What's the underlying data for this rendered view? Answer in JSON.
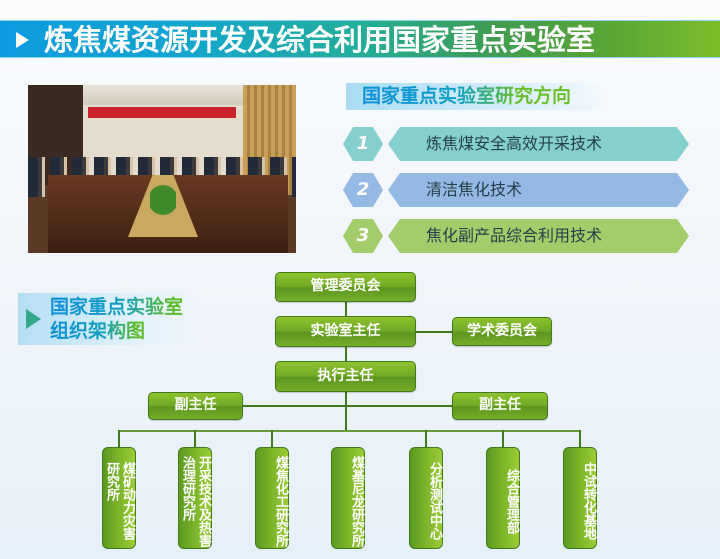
{
  "header": {
    "title": "炼焦煤资源开发及综合利用国家重点实验室"
  },
  "research": {
    "title": "国家重点实验室研究方向",
    "items": [
      {
        "num": "1",
        "label": "炼焦煤安全高效开采技术",
        "color": "#86cfcf"
      },
      {
        "num": "2",
        "label": "清洁焦化技术",
        "color": "#94b9e3"
      },
      {
        "num": "3",
        "label": "焦化副产品综合利用技术",
        "color": "#a3cc6a"
      }
    ]
  },
  "org": {
    "title_line1": "国家重点实验室",
    "title_line2": "组织架构图",
    "management_committee": "管理委员会",
    "lab_director": "实验室主任",
    "academic_committee": "学术委员会",
    "executive_director": "执行主任",
    "deputy_left": "副主任",
    "deputy_right": "副主任",
    "units": [
      "煤矿动力灾害\n研究所",
      "开采技术及热害\n治理研究所",
      "煤焦化工研究所",
      "煤基尼龙研究所",
      "分析测试中心",
      "综合管理部",
      "中试转化基地"
    ]
  }
}
